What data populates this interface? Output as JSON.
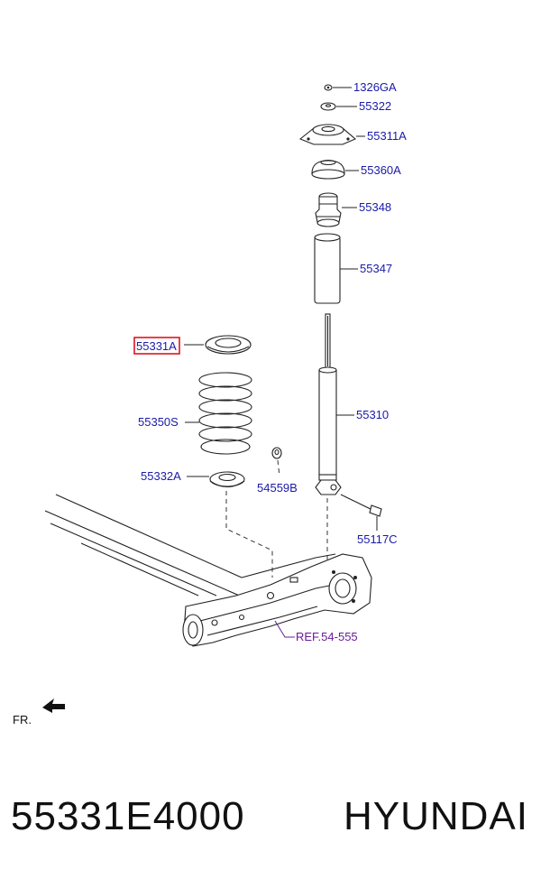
{
  "callouts": {
    "p1326ga": "1326GA",
    "p55322": "55322",
    "p55311a": "55311A",
    "p55360a": "55360A",
    "p55348": "55348",
    "p55347": "55347",
    "p55331a": "55331A",
    "p55350s": "55350S",
    "p55332a": "55332A",
    "p54559b": "54559B",
    "p55310": "55310",
    "p55117c": "55117C",
    "ref": "REF.54-555"
  },
  "orientation_label": "FR.",
  "footer": {
    "part_number": "55331E4000",
    "brand": "HYUNDAI"
  },
  "colors": {
    "label_blue": "#1a1aa8",
    "highlight_red": "#e0141e",
    "ref_purple": "#6a1b9a"
  }
}
